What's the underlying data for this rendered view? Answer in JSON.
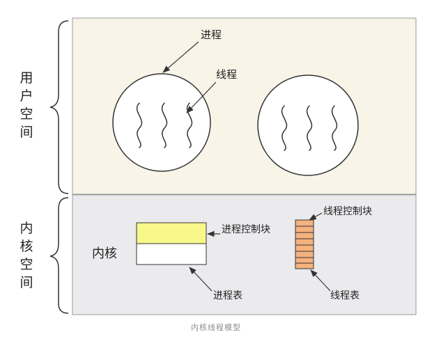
{
  "diagram": {
    "user_space_label": [
      "用",
      "户",
      "空",
      "间"
    ],
    "kernel_space_label": [
      "内",
      "核",
      "空",
      "间"
    ],
    "process_label": "进程",
    "thread_label": "线程",
    "kernel_label": "内核",
    "process_control_block_label": "进程控制块",
    "thread_control_block_label": "线程控制块",
    "process_table_label": "进程表",
    "thread_table_label": "线程表",
    "caption": "内核线程模型",
    "colors": {
      "user_space_bg": "#f8f4e8",
      "kernel_space_bg": "#ebebee",
      "process_block_fill": "#f7f78a",
      "thread_table_fill": "#f4b27f",
      "line": "#333333"
    }
  }
}
